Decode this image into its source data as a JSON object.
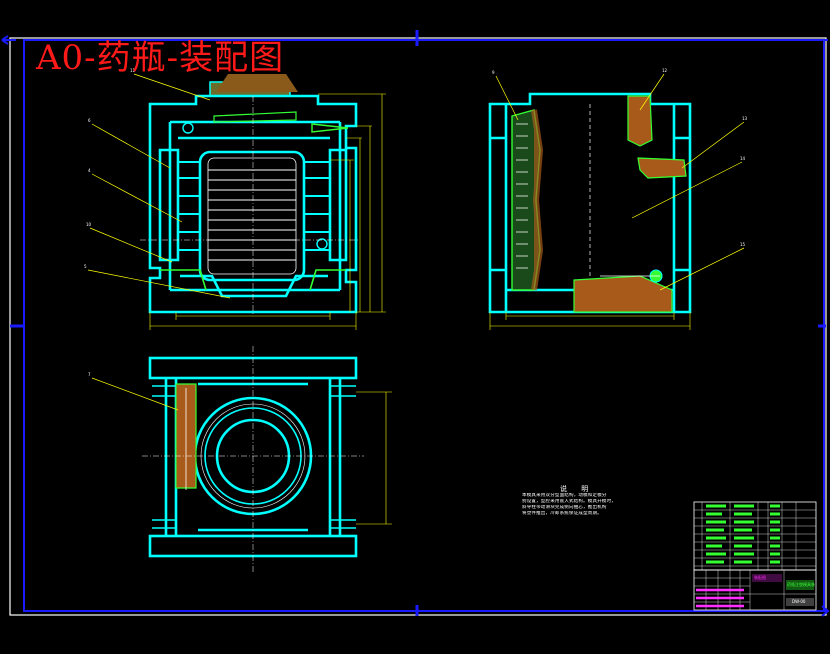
{
  "drawing": {
    "title": "A0-药瓶-装配图",
    "notes": {
      "heading": "说 明",
      "lines": [
        "本模具采用双分型面结构，动模和定模分",
        "别设置，型腔采用嵌入式结构。模具开模时，",
        "斜导柱带动滑块完成侧向抽芯，推出机构",
        "将塑件推出，冷却系统保证成型周期。"
      ]
    },
    "title_block": {
      "school": "装配图",
      "drawing_name": "药瓶注塑模具装配图",
      "drawing_no": "DW-00"
    },
    "colors": {
      "cyan": "#00ffff",
      "green": "#33ff33",
      "yellow": "#ffff00",
      "white": "#ffffff",
      "border_blue": "#1a1aff",
      "magenta": "#ff2bff",
      "red": "#ff1a1a",
      "hatch_orange": "#a85a1a"
    }
  }
}
